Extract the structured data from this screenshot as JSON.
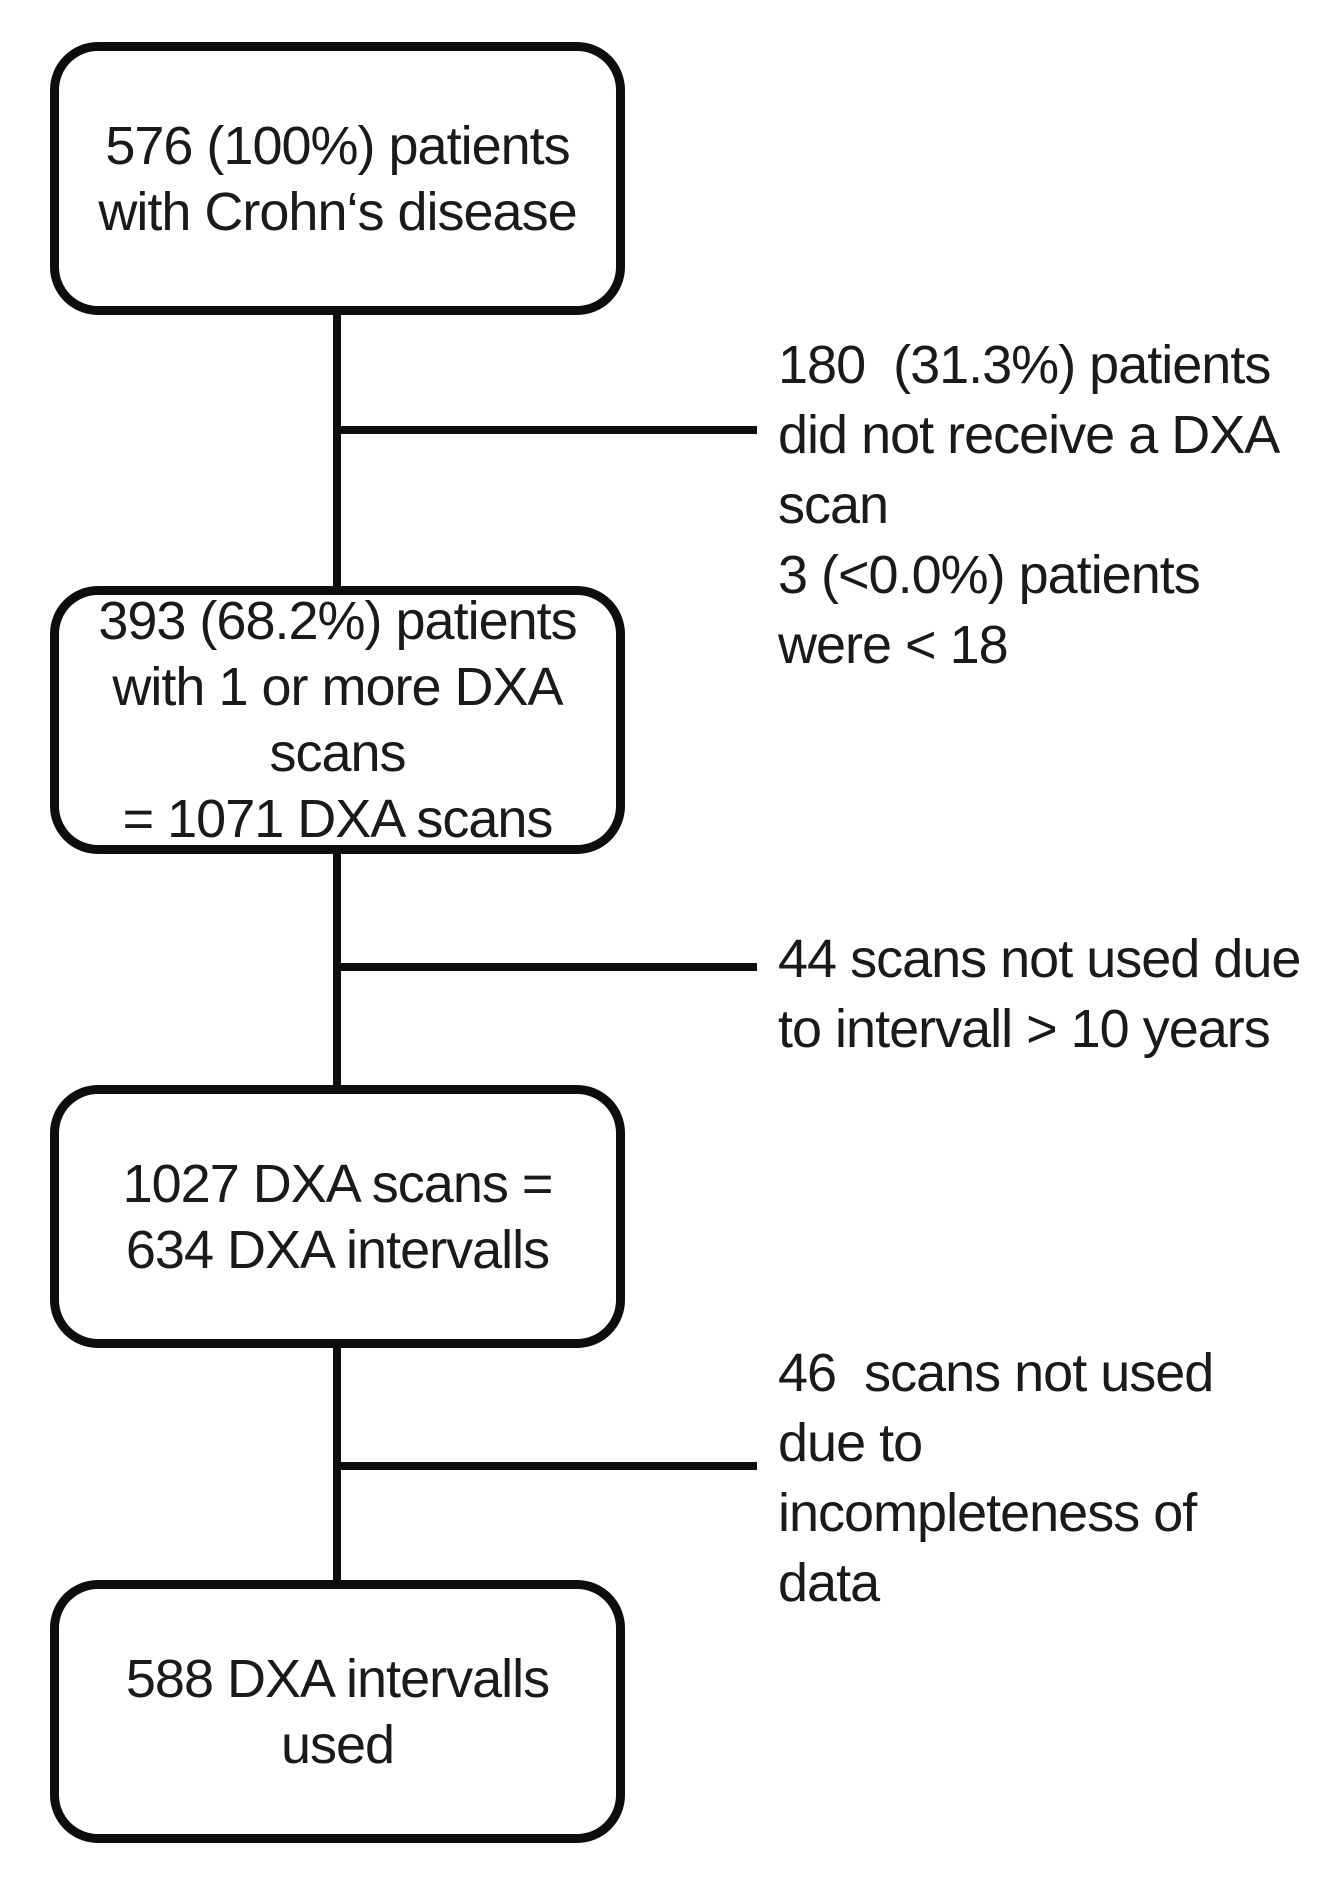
{
  "flowchart": {
    "type": "patient-flow-diagram",
    "colors": {
      "line": "#0d0d0d",
      "text": "#1a1a1a",
      "background": "#ffffff"
    },
    "nodes": [
      {
        "id": "patients-total",
        "text": "576 (100%) patients\nwith Crohn‘s disease"
      },
      {
        "id": "patients-with-dxa",
        "text": "393 (68.2%) patients\nwith 1 or more DXA\nscans\n= 1071 DXA scans"
      },
      {
        "id": "dxa-scans-intervals",
        "text": "1027 DXA scans =\n634 DXA intervalls"
      },
      {
        "id": "dxa-intervals-used",
        "text": "588 DXA intervalls\nused"
      }
    ],
    "annotations": [
      {
        "id": "excluded-no-dxa",
        "text": "180  (31.3%) patients\ndid not receive a DXA\nscan\n3 (<0.0%) patients\nwere < 18"
      },
      {
        "id": "excluded-interval",
        "text": "44 scans not used due\nto intervall > 10 years"
      },
      {
        "id": "excluded-incomplete",
        "text": "46  scans not used\ndue to\nincompleteness of\ndata"
      }
    ]
  }
}
